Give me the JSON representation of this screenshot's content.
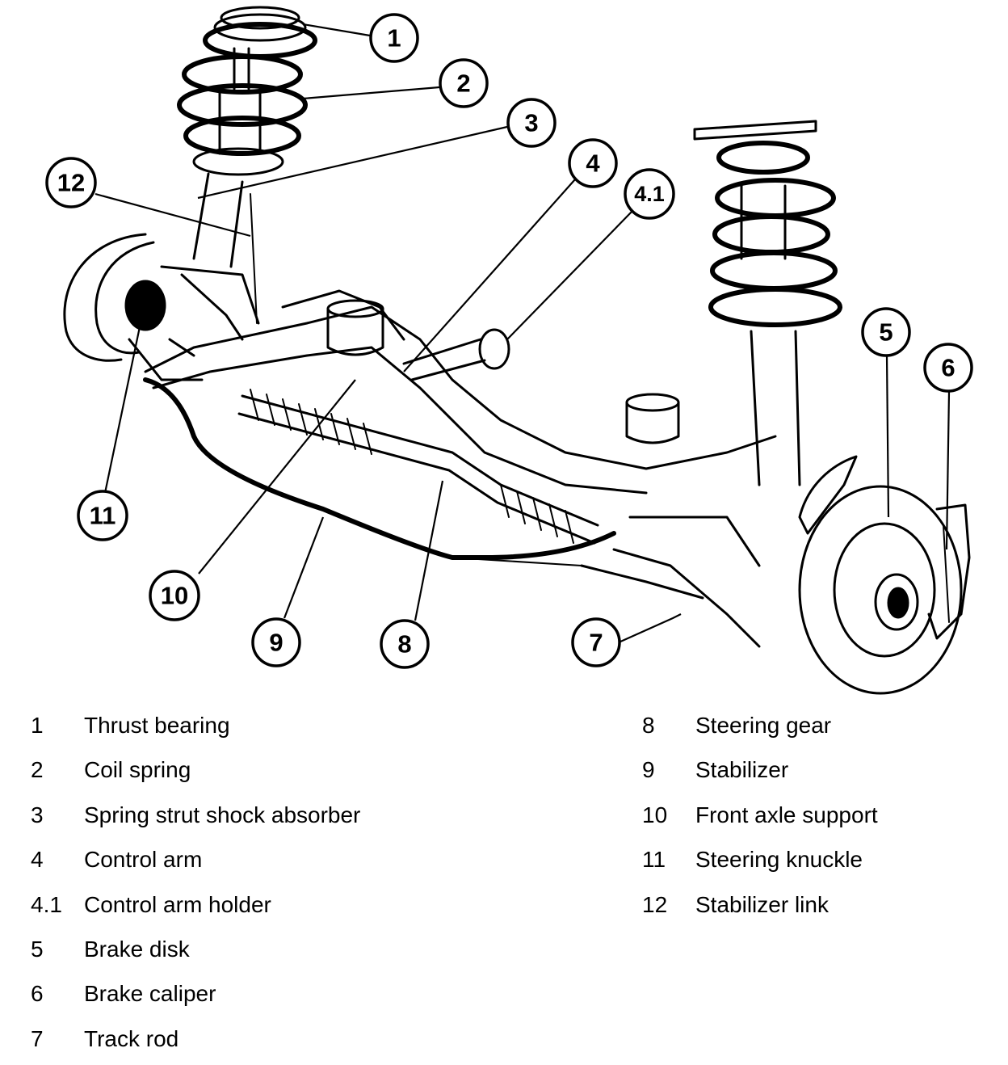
{
  "callouts": [
    {
      "id": "1",
      "name": "Thrust bearing"
    },
    {
      "id": "2",
      "name": "Coil spring"
    },
    {
      "id": "3",
      "name": "Spring strut shock absorber"
    },
    {
      "id": "4",
      "name": "Control arm"
    },
    {
      "id": "4.1",
      "name": "Control arm holder"
    },
    {
      "id": "5",
      "name": "Brake disk"
    },
    {
      "id": "6",
      "name": "Brake caliper"
    },
    {
      "id": "7",
      "name": "Track rod"
    },
    {
      "id": "8",
      "name": "Steering gear"
    },
    {
      "id": "9",
      "name": "Stabilizer"
    },
    {
      "id": "10",
      "name": "Front axle support"
    },
    {
      "id": "11",
      "name": "Steering knuckle"
    },
    {
      "id": "12",
      "name": "Stabilizer link"
    }
  ]
}
